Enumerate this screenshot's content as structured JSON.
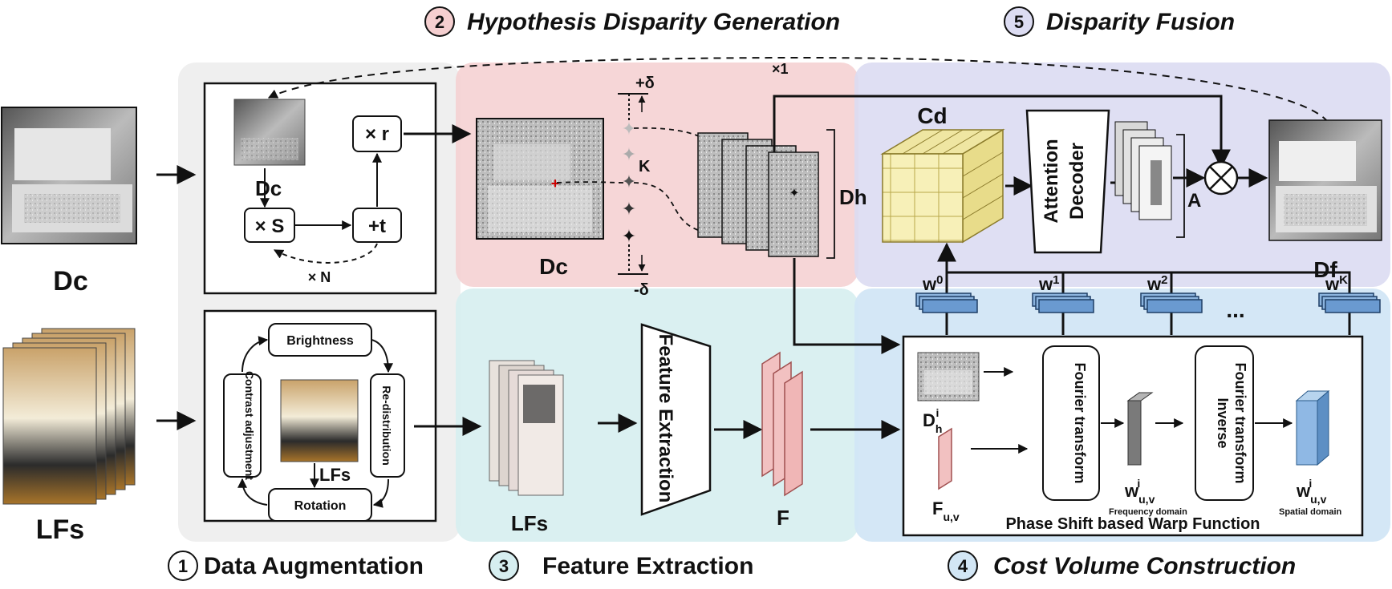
{
  "stages": {
    "data_augmentation": {
      "number": "1",
      "title": "Data Augmentation"
    },
    "hypothesis": {
      "number": "2",
      "title": "Hypothesis Disparity Generation"
    },
    "feature_extraction": {
      "number": "3",
      "title": "Feature Extraction"
    },
    "cost_volume": {
      "number": "4",
      "title": "Cost Volume Construction"
    },
    "fusion": {
      "number": "5",
      "title": "Disparity Fusion"
    }
  },
  "inputs": {
    "dc": "Dc",
    "lfs": "LFs"
  },
  "augment": {
    "dc": "Dc",
    "scale": "× S",
    "shift": "+t",
    "ratio": "× r",
    "repeat": "× N",
    "brightness": "Brightness",
    "redistribution": "Re-distribution",
    "rotation": "Rotation",
    "contrast": "Contrast adjustment",
    "lfs": "LFs"
  },
  "hypothesis": {
    "dc": "Dc",
    "plus_delta": "+δ",
    "minus_delta": "-δ",
    "k": "K",
    "dh": "Dh",
    "times_one": "×1"
  },
  "feature": {
    "lfs": "LFs",
    "extraction": "Feature Extraction",
    "f": "F"
  },
  "fusion": {
    "cd": "Cd",
    "decoder_line1": "Attention",
    "decoder_line2": "Decoder",
    "a": "A",
    "df": "Df"
  },
  "cost": {
    "weights": [
      "w0",
      "w1",
      "w2",
      "wK"
    ],
    "ellipsis": "...",
    "dh_i": "Dhi",
    "f_uv": "Fu,v",
    "fourier": "Fourier transform",
    "inverse_line1": "Inverse",
    "inverse_line2": "Fourier transform",
    "w_freq": "wiu,v",
    "w_spat": "wiu,v",
    "freq_domain": "Frequency domain",
    "spat_domain": "Spatial domain",
    "warp": "Phase Shift based Warp Function"
  }
}
